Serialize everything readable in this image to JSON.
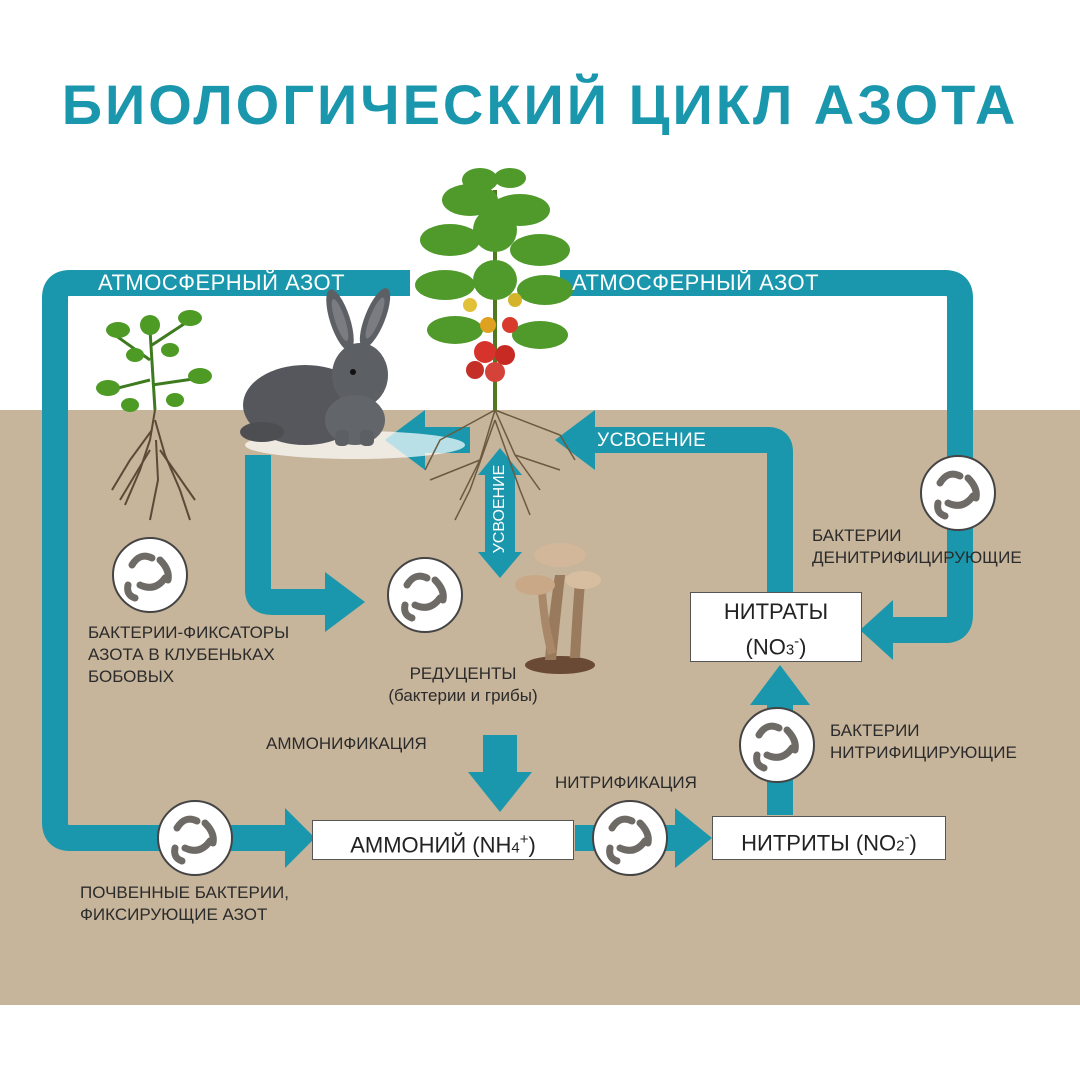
{
  "title": "БИОЛОГИЧЕСКИЙ ЦИКЛ АЗОТА",
  "colors": {
    "accent": "#1a97ad",
    "soil": "#c6b49b",
    "sky": "#ffffff"
  },
  "labels": {
    "atm_left": "АТМОСФЕРНЫЙ АЗОТ",
    "atm_right": "АТМОСФЕРНЫЙ АЗОТ",
    "uptake_horizontal": "УСВОЕНИЕ",
    "uptake_vertical": "УСВОЕНИЕ",
    "fixers_legumes": [
      "БАКТЕРИИ-ФИКСАТОРЫ",
      "АЗОТА В КЛУБЕНЬКАХ",
      "БОБОВЫХ"
    ],
    "reducers": [
      "РЕДУЦЕНТЫ",
      "(бактерии и грибы)"
    ],
    "ammonification": "АММОНИФИКАЦИЯ",
    "nitrification": "НИТРИФИКАЦИЯ",
    "soil_bacteria": [
      "ПОЧВЕННЫЕ БАКТЕРИИ,",
      "ФИКСИРУЮЩИЕ АЗОТ"
    ],
    "denitrifying": [
      "БАКТЕРИИ",
      "ДЕНИТРИФИЦИРУЮЩИЕ"
    ],
    "nitrifying": [
      "БАКТЕРИИ",
      "НИТРИФИЦИРУЮЩИЕ"
    ]
  },
  "boxes": {
    "ammonium": {
      "name": "АММОНИЙ (NH",
      "sub": "4",
      "sup": "+",
      "close": ")"
    },
    "nitrites": {
      "name": "НИТРИТЫ (NO",
      "sub": "2",
      "sup": "-",
      "close": ")"
    },
    "nitrates": {
      "line1": "НИТРАТЫ",
      "name": "(NO",
      "sub": "3",
      "sup": "-",
      "close": ")"
    }
  },
  "icons": [
    "legume-plant-icon",
    "rabbit-icon",
    "tomato-plant-icon",
    "mushroom-icon",
    "bacteria-icon"
  ]
}
